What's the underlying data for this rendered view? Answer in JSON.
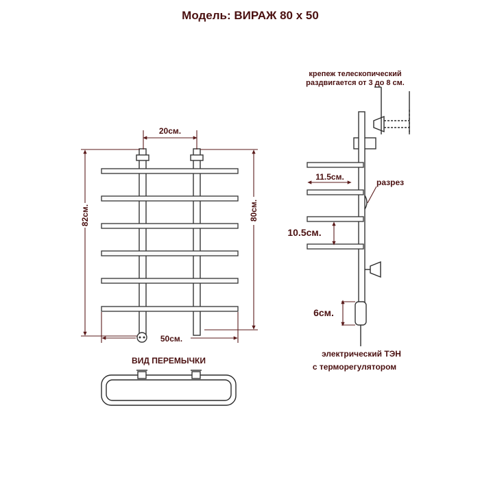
{
  "title": "Модель: ВИРАЖ 80 x 50",
  "front_view": {
    "dim_pipe_spacing": "20см.",
    "dim_total_height": "82см.",
    "dim_bar_height": "80см.",
    "dim_width": "50см.",
    "bars_count": 6
  },
  "jumper_view": {
    "label": "ВИД ПЕРЕМЫЧКИ"
  },
  "side_view": {
    "mount_note_line1": "крепеж телескопический",
    "mount_note_line2": "раздвигается от 3 до 8 см.",
    "dim_shelf_depth": "11.5см.",
    "cut_label": "разрез",
    "dim_bar_gap": "10.5см.",
    "dim_heater": "6см.",
    "heater_label_line1": "электрический   ТЭН",
    "heater_label_line2": "с терморегулятором"
  },
  "colors": {
    "text": "#4a1010",
    "lines": "#2a2a2a"
  }
}
